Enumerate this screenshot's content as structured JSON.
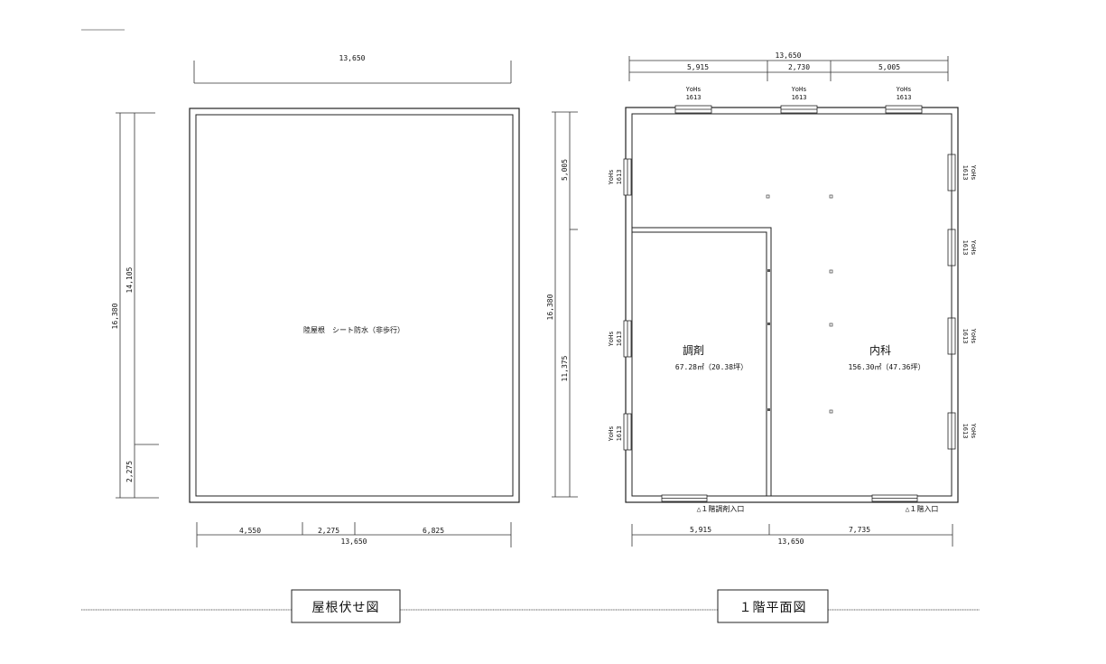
{
  "roof_plan": {
    "title": "屋根伏せ図",
    "roof_note": "陸屋根　シート防水（非歩行）",
    "dims": {
      "top_total": "13,650",
      "left_total": "16,380",
      "left_upper": "14,105",
      "left_lower": "2,275",
      "bottom_seg1": "4,550",
      "bottom_seg2": "2,275",
      "bottom_seg3": "6,825",
      "bottom_total": "13,650"
    }
  },
  "floor_plan": {
    "title": "１階平面図",
    "dims": {
      "top_total": "13,650",
      "top_seg1": "5,915",
      "top_seg2": "2,730",
      "top_seg3": "5,005",
      "left_total": "16,380",
      "left_upper": "5,005",
      "left_lower": "11,375",
      "bottom_seg1": "5,915",
      "bottom_seg2": "7,735",
      "bottom_total": "13,650"
    },
    "window_type": "YoHs",
    "window_size": "1613",
    "rooms": {
      "dispensary": {
        "name": "調剤",
        "area": "67.28㎡（20.38坪）"
      },
      "internal_medicine": {
        "name": "内科",
        "area": "156.30㎡（47.36坪）"
      }
    },
    "entrances": {
      "dispensary_entrance": "△１階調剤入口",
      "main_entrance": "△１階入口"
    }
  }
}
